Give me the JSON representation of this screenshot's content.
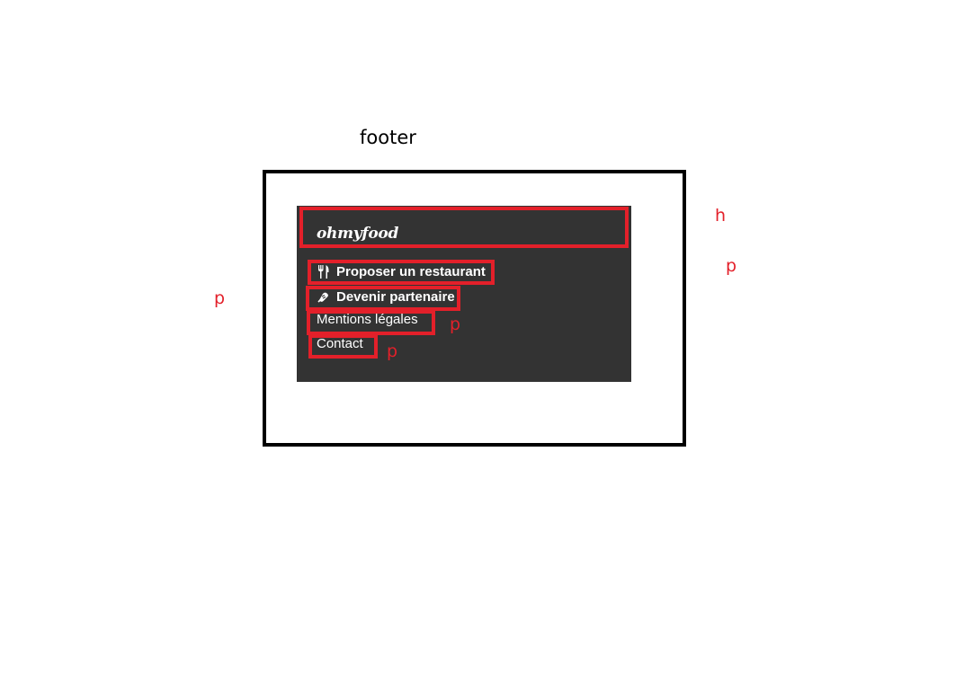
{
  "footer_caption": "footer",
  "logo_text": "ohmyfood",
  "links": [
    {
      "label": "Proposer un restaurant",
      "icon": "utensils-icon",
      "bold": true
    },
    {
      "label": "Devenir partenaire",
      "icon": "handshake-icon",
      "bold": true
    },
    {
      "label": "Mentions légales",
      "icon": null,
      "bold": false
    },
    {
      "label": "Contact",
      "icon": null,
      "bold": false
    }
  ],
  "annotations": {
    "h": "h",
    "p_right": "p",
    "p_left": "p",
    "p_mentions": "p",
    "p_contact": "p"
  },
  "colors": {
    "annotation": "#e3202a",
    "panel": "#333333",
    "frame": "#000000",
    "text": "#ffffff"
  }
}
